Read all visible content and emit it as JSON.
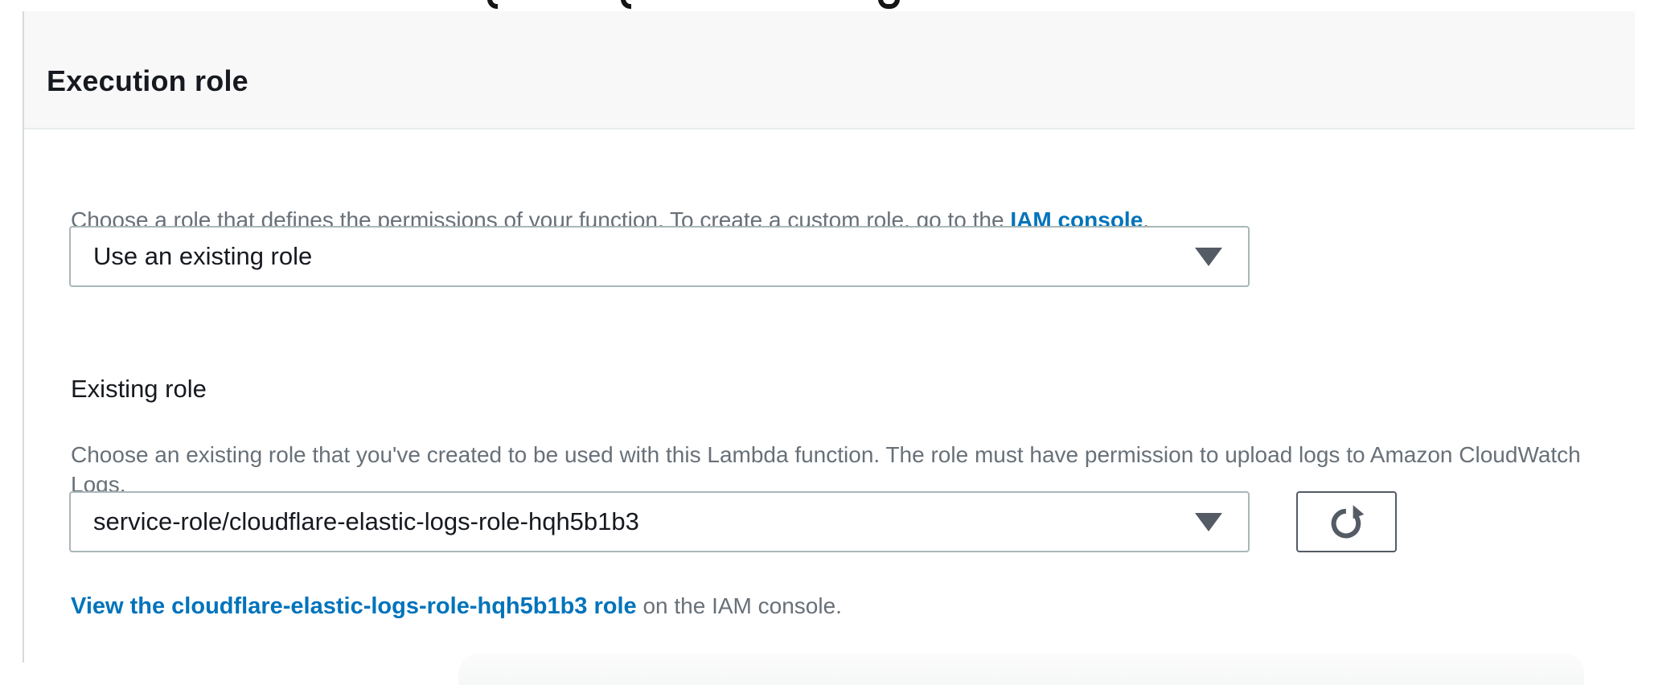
{
  "panel": {
    "title": "Execution role",
    "intro": {
      "text_before_link": "Choose a role that defines the permissions of your function. To create a custom role, go to the ",
      "link_text": "IAM console",
      "text_after_link": "."
    },
    "role_type_select": {
      "selected_value": "Use an existing role"
    },
    "existing_role_field": {
      "label": "Existing role",
      "description": "Choose an existing role that you've created to be used with this Lambda function. The role must have permission to upload logs to Amazon CloudWatch Logs.",
      "selected_value": "service-role/cloudflare-elastic-logs-role-hqh5b1b3"
    },
    "view_role_link": {
      "link_text": "View the cloudflare-elastic-logs-role-hqh5b1b3 role",
      "suffix_text": " on the IAM console."
    }
  },
  "icons": {
    "dropdown_arrow": "triangle-down",
    "refresh": "circular-arrow-clockwise"
  },
  "colors": {
    "link_blue": "#0073bb",
    "text_primary": "#16191f",
    "text_secondary": "#687078",
    "panel_header_bg": "#f8f8f8",
    "divider": "#e8eced",
    "select_border": "#aab7b8",
    "button_border": "#545b64"
  }
}
